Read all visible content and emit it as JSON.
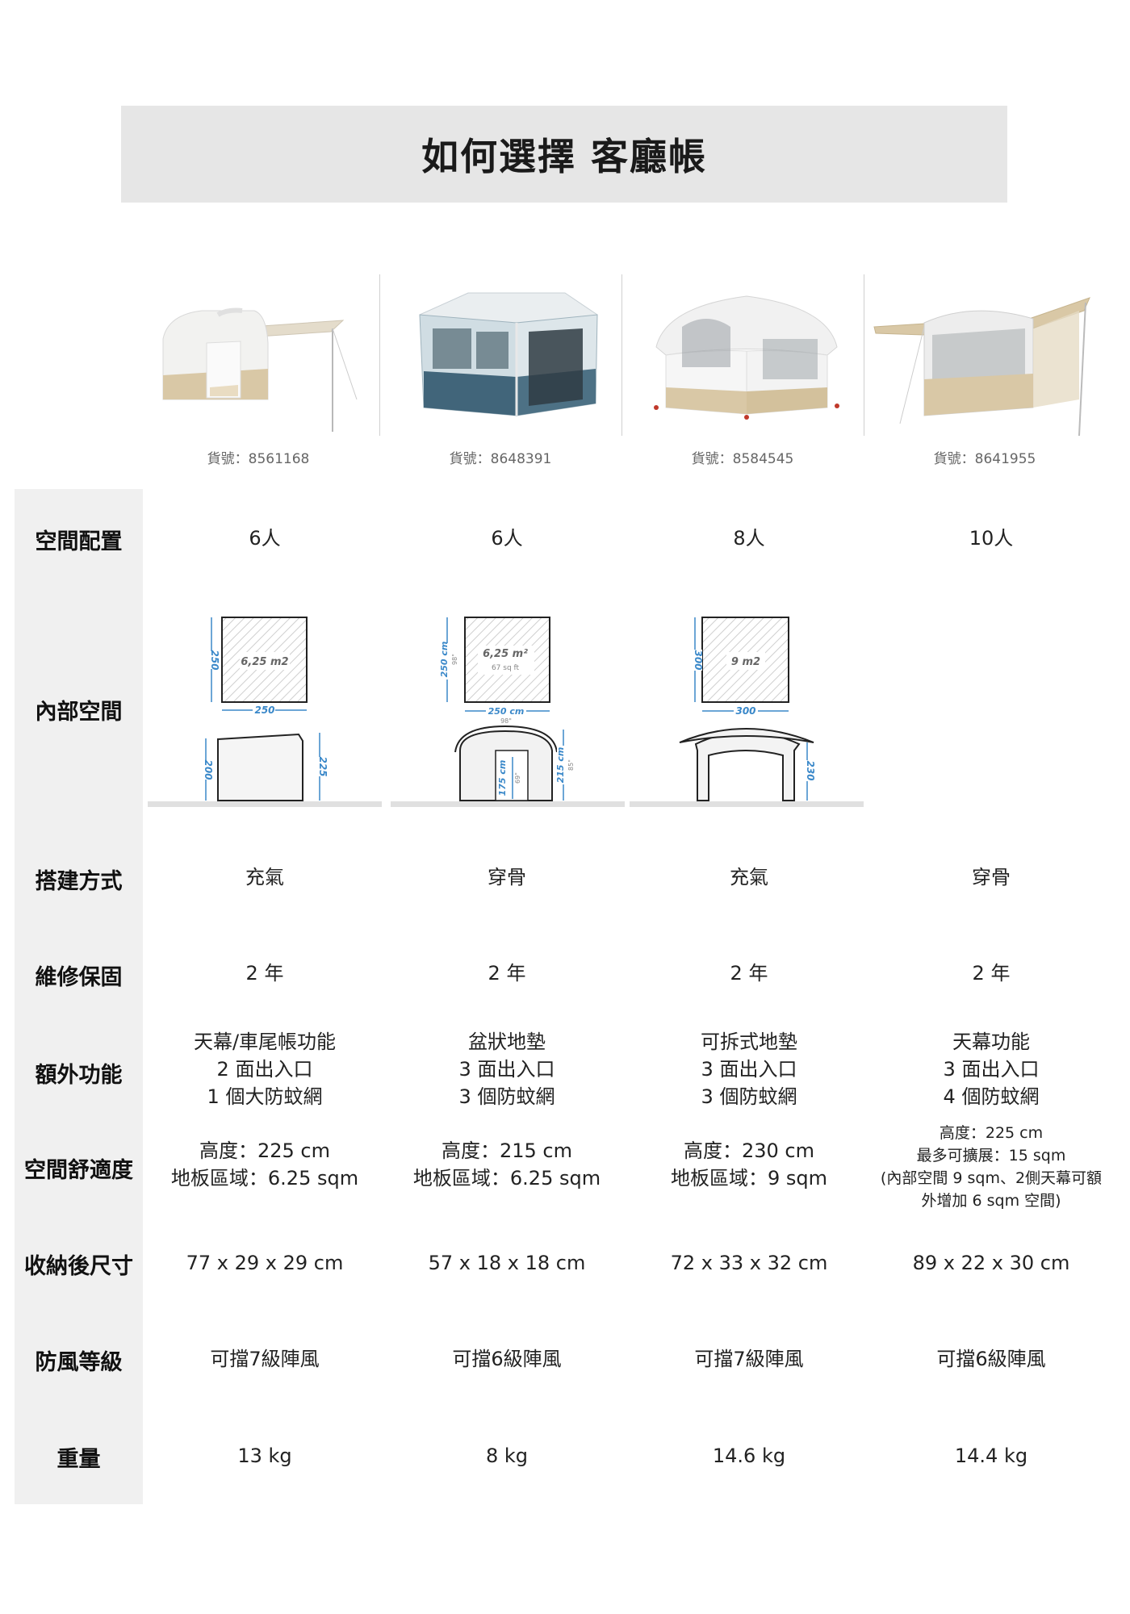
{
  "title": "如何選擇 客廳帳",
  "colors": {
    "title_bg": "#e6e6e6",
    "sidebar_bg": "#f0f0f0",
    "dim_blue": "#3a88c9",
    "sand": "#d9c8a6",
    "teal": "#41657a"
  },
  "products": [
    {
      "sku": "貨號：8561168"
    },
    {
      "sku": "貨號：8648391"
    },
    {
      "sku": "貨號：8584545"
    },
    {
      "sku": "貨號：8641955"
    }
  ],
  "diagrams": {
    "p1": {
      "area": "6,25 m2",
      "w": "250",
      "d": "250",
      "h1": "200",
      "h2": "225"
    },
    "p2": {
      "area": "6,25 m²",
      "area_sub": "67 sq ft",
      "w": "250 cm",
      "w_sub": "98\"",
      "d": "250 cm",
      "d_sub": "98\"",
      "door": "175 cm",
      "door_sub": "69\"",
      "h": "215 cm",
      "h_sub": "85\""
    },
    "p3": {
      "area": "9 m2",
      "w": "300",
      "d": "300",
      "h": "230"
    }
  },
  "rows": {
    "capacity": {
      "label": "空間配置",
      "values": [
        "6人",
        "6人",
        "8人",
        "10人"
      ]
    },
    "interior": {
      "label": "內部空間"
    },
    "setup": {
      "label": "搭建方式",
      "values": [
        "充氣",
        "穿骨",
        "充氣",
        "穿骨"
      ]
    },
    "warranty": {
      "label": "維修保固",
      "values": [
        "2 年",
        "2 年",
        "2 年",
        "2 年"
      ]
    },
    "extras": {
      "label": "額外功能",
      "values": [
        [
          "天幕/車尾帳功能",
          "2 面出入口",
          "1 個大防蚊網"
        ],
        [
          "盆狀地墊",
          "3 面出入口",
          "3 個防蚊網"
        ],
        [
          "可拆式地墊",
          "3 面出入口",
          "3 個防蚊網"
        ],
        [
          "天幕功能",
          "3 面出入口",
          "4 個防蚊網"
        ]
      ]
    },
    "comfort": {
      "label": "空間舒適度",
      "values": [
        [
          "高度：225 cm",
          "地板區域：6.25 sqm"
        ],
        [
          "高度：215 cm",
          "地板區域：6.25 sqm"
        ],
        [
          "高度：230 cm",
          "地板區域：9 sqm"
        ],
        [
          "高度：225 cm",
          "最多可擴展：15 sqm",
          "(內部空間 9 sqm、2側天幕可額",
          "外增加 6 sqm 空間)"
        ]
      ]
    },
    "packed": {
      "label": "收納後尺寸",
      "values": [
        "77 x 29 x 29 cm",
        "57 x 18 x 18 cm",
        "72 x 33 x 32 cm",
        "89 x 22 x 30 cm"
      ]
    },
    "wind": {
      "label": "防風等級",
      "values": [
        "可擋7級陣風",
        "可擋6級陣風",
        "可擋7級陣風",
        "可擋6級陣風"
      ]
    },
    "weight": {
      "label": "重量",
      "values": [
        "13 kg",
        "8 kg",
        "14.6 kg",
        "14.4 kg"
      ]
    }
  }
}
